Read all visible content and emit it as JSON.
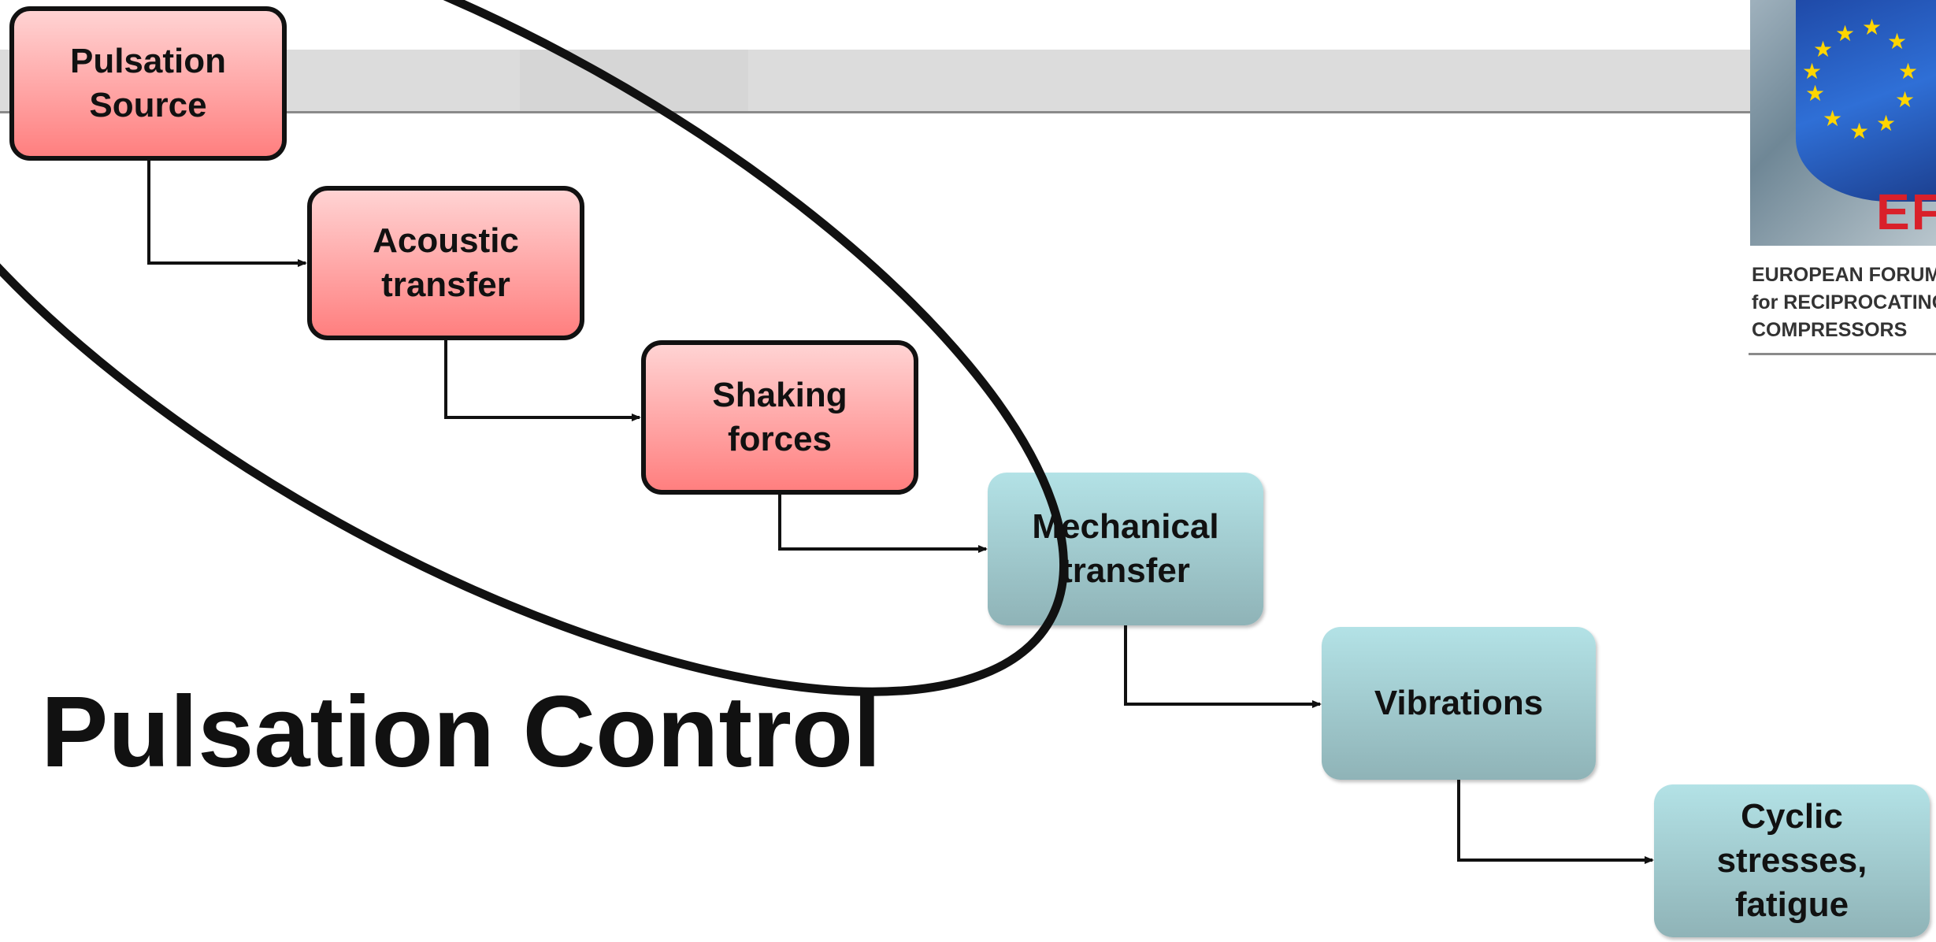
{
  "title": "Pulsation Control",
  "flow_boxes": [
    {
      "label": "Pulsation\nSource",
      "group": "acoustic"
    },
    {
      "label": "Acoustic\ntransfer",
      "group": "acoustic"
    },
    {
      "label": "Shaking\nforces",
      "group": "acoustic"
    },
    {
      "label": "Mechanical\ntransfer",
      "group": "mechanical"
    },
    {
      "label": "Vibrations",
      "group": "mechanical"
    },
    {
      "label": "Cyclic\nstresses,\nfatigue",
      "group": "mechanical"
    }
  ],
  "logo": {
    "acronym": "EFRC",
    "line1": "EUROPEAN FORUM",
    "line2": "for RECIPROCATING",
    "line3": "COMPRESSORS",
    "flag_color": "#2f6fd6",
    "star_color": "#ffd500"
  },
  "colors": {
    "acoustic_box": "#ff9a9a",
    "mechanical_box": "#a8d4d8",
    "outline": "#111111"
  }
}
